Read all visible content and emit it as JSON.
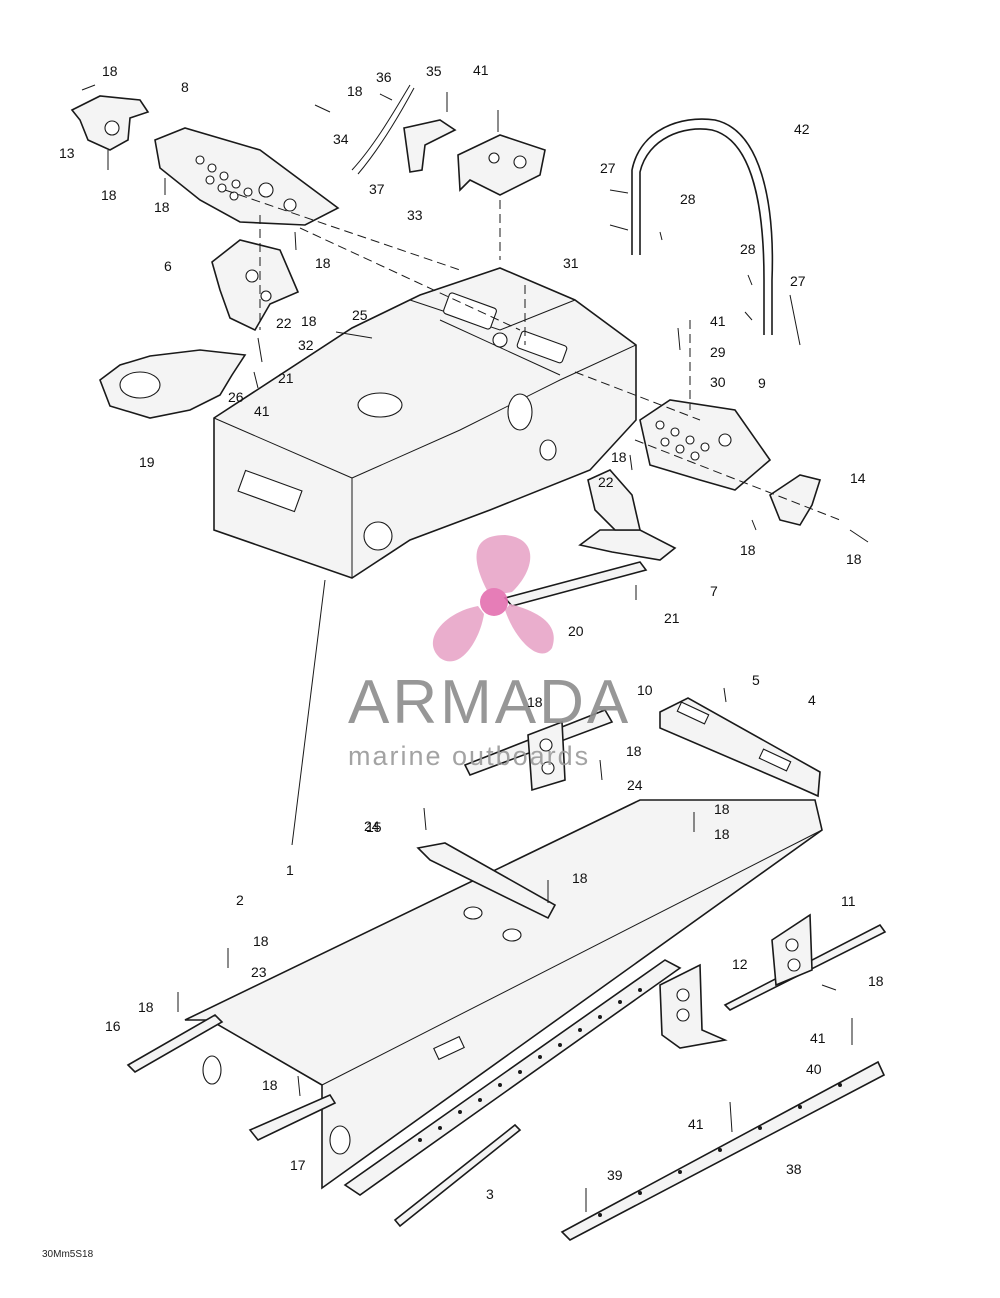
{
  "diagram": {
    "drawing_code": "30Mm5S18",
    "watermark": {
      "brand": "ARMADA",
      "tagline": "marine outboards",
      "logo_color": "#e8a6c8",
      "text_color": "#8c8c8c"
    },
    "callouts": [
      {
        "label": "18"
      },
      {
        "label": "8"
      },
      {
        "label": "13"
      },
      {
        "label": "18"
      },
      {
        "label": "18"
      },
      {
        "label": "36"
      },
      {
        "label": "35"
      },
      {
        "label": "18"
      },
      {
        "label": "41"
      },
      {
        "label": "34"
      },
      {
        "label": "37"
      },
      {
        "label": "33"
      },
      {
        "label": "42"
      },
      {
        "label": "27"
      },
      {
        "label": "28"
      },
      {
        "label": "6"
      },
      {
        "label": "18"
      },
      {
        "label": "31"
      },
      {
        "label": "28"
      },
      {
        "label": "27"
      },
      {
        "label": "18"
      },
      {
        "label": "25"
      },
      {
        "label": "22"
      },
      {
        "label": "32"
      },
      {
        "label": "41"
      },
      {
        "label": "29"
      },
      {
        "label": "21"
      },
      {
        "label": "26"
      },
      {
        "label": "41"
      },
      {
        "label": "30"
      },
      {
        "label": "9"
      },
      {
        "label": "19"
      },
      {
        "label": "18"
      },
      {
        "label": "22"
      },
      {
        "label": "14"
      },
      {
        "label": "18"
      },
      {
        "label": "18"
      },
      {
        "label": "7"
      },
      {
        "label": "21"
      },
      {
        "label": "20"
      },
      {
        "label": "10"
      },
      {
        "label": "5"
      },
      {
        "label": "18"
      },
      {
        "label": "4"
      },
      {
        "label": "18"
      },
      {
        "label": "24"
      },
      {
        "label": "18"
      },
      {
        "label": "15"
      },
      {
        "label": "18"
      },
      {
        "label": "24"
      },
      {
        "label": "1"
      },
      {
        "label": "18"
      },
      {
        "label": "2"
      },
      {
        "label": "11"
      },
      {
        "label": "18"
      },
      {
        "label": "12"
      },
      {
        "label": "23"
      },
      {
        "label": "18"
      },
      {
        "label": "18"
      },
      {
        "label": "16"
      },
      {
        "label": "41"
      },
      {
        "label": "40"
      },
      {
        "label": "18"
      },
      {
        "label": "41"
      },
      {
        "label": "17"
      },
      {
        "label": "38"
      },
      {
        "label": "3"
      },
      {
        "label": "39"
      }
    ]
  }
}
